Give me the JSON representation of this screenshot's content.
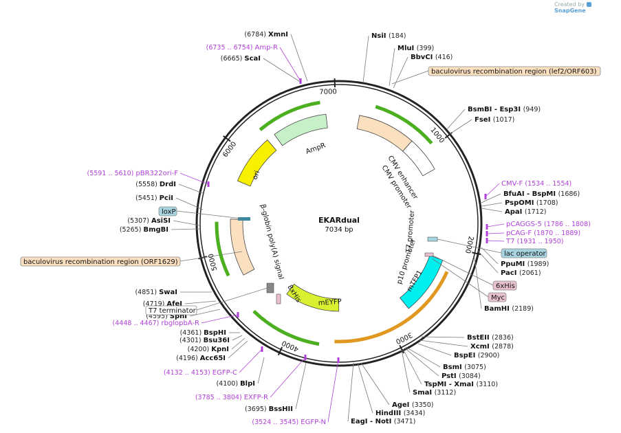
{
  "watermark": {
    "prefix": "Created by",
    "brand": "SnapGene"
  },
  "plasmid": {
    "name": "EKARdual",
    "length_label": "7034 bp",
    "length": 7034
  },
  "ticks": [
    {
      "pos": 1000,
      "label": "1000"
    },
    {
      "pos": 2000,
      "label": "2000"
    },
    {
      "pos": 3000,
      "label": "3000"
    },
    {
      "pos": 4000,
      "label": "4000"
    },
    {
      "pos": 5000,
      "label": "5000"
    },
    {
      "pos": 6000,
      "label": "6000"
    },
    {
      "pos": 7000,
      "label": "7000"
    }
  ],
  "enzymes": [
    {
      "name": "XmnI",
      "pos": "(6784)"
    },
    {
      "name": "ScaI",
      "pos": "(6665)"
    },
    {
      "name": "NsiI",
      "pos": "(184)"
    },
    {
      "name": "MluI",
      "pos": "(399)"
    },
    {
      "name": "BbvCI",
      "pos": "(416)"
    },
    {
      "name": "BsmBI - Esp3I",
      "pos": "(949)"
    },
    {
      "name": "FseI",
      "pos": "(1017)"
    },
    {
      "name": "BfuAI - BspMI",
      "pos": "(1686)"
    },
    {
      "name": "PspOMI",
      "pos": "(1708)"
    },
    {
      "name": "ApaI",
      "pos": "(1712)"
    },
    {
      "name": "PpuMI",
      "pos": "(1989)"
    },
    {
      "name": "PacI",
      "pos": "(2061)"
    },
    {
      "name": "BamHI",
      "pos": "(2189)"
    },
    {
      "name": "BstEII",
      "pos": "(2836)"
    },
    {
      "name": "XcmI",
      "pos": "(2878)"
    },
    {
      "name": "BspEI",
      "pos": "(2900)"
    },
    {
      "name": "BsmI",
      "pos": "(3075)"
    },
    {
      "name": "PstI",
      "pos": "(3084)"
    },
    {
      "name": "TspMI - XmaI",
      "pos": "(3110)"
    },
    {
      "name": "SmaI",
      "pos": "(3112)"
    },
    {
      "name": "AgeI",
      "pos": "(3350)"
    },
    {
      "name": "HindIII",
      "pos": "(3434)"
    },
    {
      "name": "EagI - NotI",
      "pos": "(3471)"
    },
    {
      "name": "BssHII",
      "pos": "(3695)"
    },
    {
      "name": "BlpI",
      "pos": "(4100)"
    },
    {
      "name": "Acc65I",
      "pos": "(4196)"
    },
    {
      "name": "KpnI",
      "pos": "(4200)"
    },
    {
      "name": "Bsu36I",
      "pos": "(4301)"
    },
    {
      "name": "BspHI",
      "pos": "(4361)"
    },
    {
      "name": "SphI",
      "pos": "(4595)"
    },
    {
      "name": "AfeI",
      "pos": "(4719)"
    },
    {
      "name": "SwaI",
      "pos": "(4851)"
    },
    {
      "name": "BmgBI",
      "pos": "(5265)"
    },
    {
      "name": "AsiSI",
      "pos": "(5307)"
    },
    {
      "name": "PciI",
      "pos": "(5451)"
    },
    {
      "name": "DrdI",
      "pos": "(5558)"
    }
  ],
  "primers": [
    {
      "name": "Amp-R",
      "pos": "(6735 .. 6754)"
    },
    {
      "name": "CMV-F",
      "pos": "(1534 .. 1554)"
    },
    {
      "name": "pCAGGS-5",
      "pos": "(1786 .. 1808)"
    },
    {
      "name": "pCAG-F",
      "pos": "(1870 .. 1889)"
    },
    {
      "name": "T7",
      "pos": "(1931 .. 1950)"
    },
    {
      "name": "rbglopbA-R",
      "pos": "(4448 .. 4467)"
    },
    {
      "name": "EGFP-C",
      "pos": "(4132 .. 4153)"
    },
    {
      "name": "EXFP-R",
      "pos": "(3785 .. 3804)"
    },
    {
      "name": "EGFP-N",
      "pos": "(3524 .. 3545)"
    },
    {
      "name": "pBR322ori-F",
      "pos": "(5591 .. 5610)"
    }
  ],
  "boxed_features": [
    {
      "label": "baculovirus recombination region (lef2/ORF603)",
      "color": "#fbe0c0"
    },
    {
      "label": "baculovirus recombination region (ORF1629)",
      "color": "#fbe0c0"
    },
    {
      "label": "loxP",
      "color": "#a8d4e0"
    },
    {
      "label": "lac operator",
      "color": "#a8d4e0"
    },
    {
      "label": "6xHis",
      "color": "#e8c0d0"
    },
    {
      "label": "Myc",
      "color": "#e8c0d0"
    },
    {
      "label": "T7 terminator",
      "color": "#ffffff"
    }
  ],
  "arc_labels": {
    "ampr": "AmpR",
    "ori": "ori",
    "cmv_enhancer": "CMV enhancer",
    "cmv_promoter": "CMV promoter",
    "t7_promoter": "T7 promoter",
    "p10_promoter": "p10 promoter",
    "mtfp1": "mTFP1",
    "meyfp": "mEYFP",
    "his8": "8xHis",
    "bglobin": "β-globin poly(A) signal"
  },
  "colors": {
    "ampr": "#c8f0c8",
    "ori": "#f8f000",
    "cmv": "#fbe0c0",
    "mtfp1": "#00f0f0",
    "meyfp": "#d8f030",
    "primer": "#b040d8",
    "orf_green": "#4caf20",
    "orf_orange": "#e09820"
  }
}
